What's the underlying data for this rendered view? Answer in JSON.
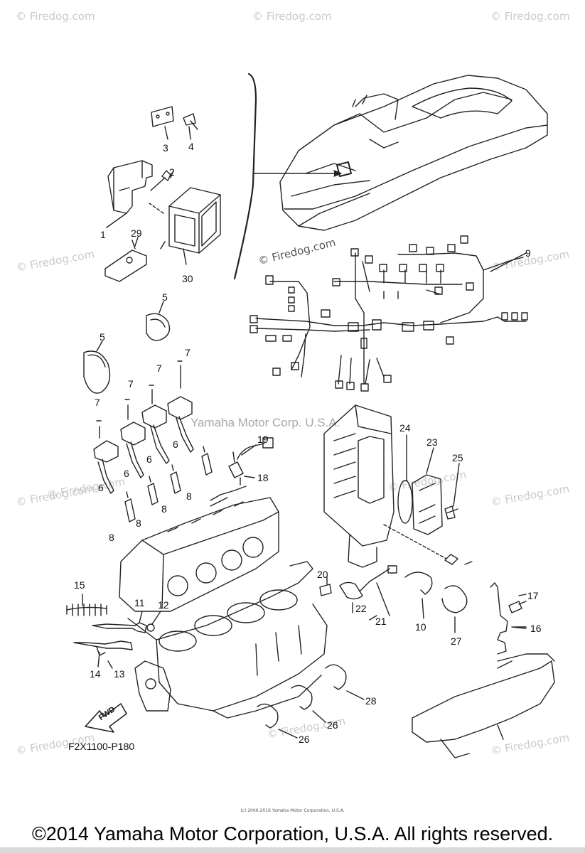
{
  "watermark": {
    "text": "© Firedog.com",
    "firedog_small": "© Firedog.com",
    "yamaha_line": "Yamaha Motor Corp. U.S.A."
  },
  "callouts": {
    "p1": "1",
    "p2": "2",
    "p3": "3",
    "p4": "4",
    "p5a": "5",
    "p5b": "5",
    "p6a": "6",
    "p6b": "6",
    "p6c": "6",
    "p6d": "6",
    "p7a": "7",
    "p7b": "7",
    "p7c": "7",
    "p7d": "7",
    "p8a": "8",
    "p8b": "8",
    "p8c": "8",
    "p8d": "8",
    "p9": "9",
    "p10": "10",
    "p11": "11",
    "p12": "12",
    "p13": "13",
    "p14": "14",
    "p15": "15",
    "p16": "16",
    "p17": "17",
    "p18": "18",
    "p19": "19",
    "p20": "20",
    "p21": "21",
    "p22": "22",
    "p23": "23",
    "p24": "24",
    "p25": "25",
    "p26a": "26",
    "p26b": "26",
    "p27": "27",
    "p28": "28",
    "p29": "29",
    "p30": "30"
  },
  "diagram_code": "F2X1100-P180",
  "fwd_label": "FWD",
  "copyright_small": "(c) 2006-2016 Yamaha Motor Corporation, U.S.A.",
  "copyright": "©2014 Yamaha Motor Corporation, U.S.A. All rights reserved.",
  "colors": {
    "line": "#222222",
    "watermark": "#c9c9c9",
    "strip": "#d9d9d9"
  }
}
